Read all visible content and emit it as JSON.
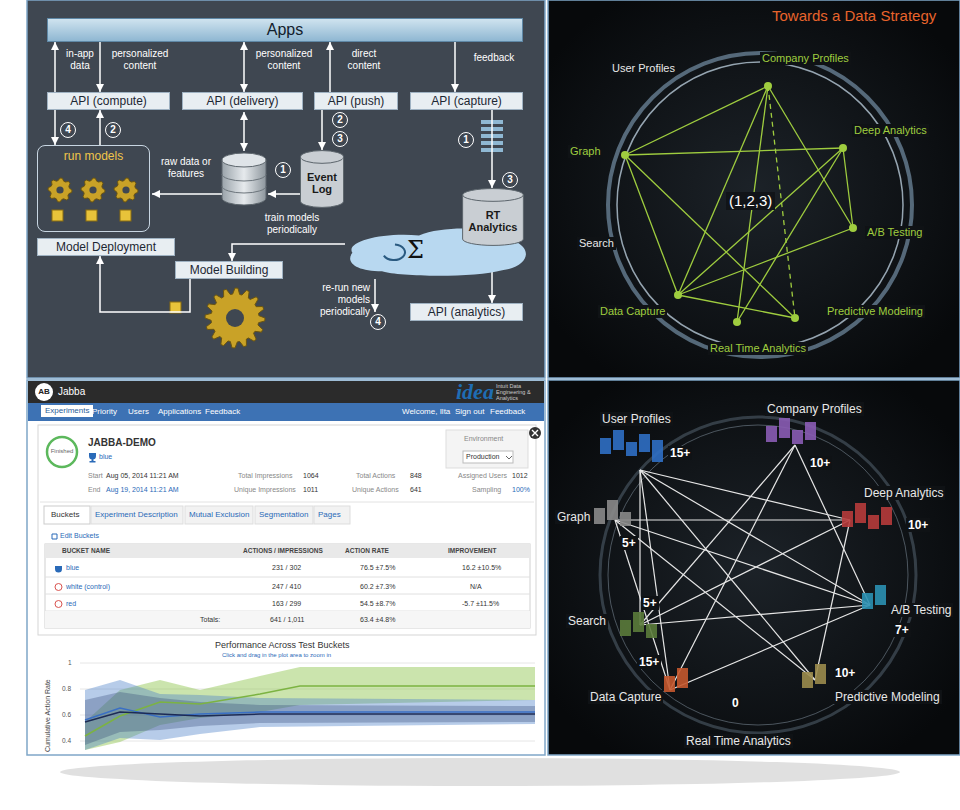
{
  "diagram": {
    "title": "Towards a Data Strategy",
    "nodes": [
      {
        "text": [
          "Apps"
        ]
      },
      {
        "text": [
          "API (compute)"
        ]
      },
      {
        "text": [
          "API (delivery)"
        ]
      },
      {
        "text": [
          "API (push)"
        ]
      },
      {
        "text": [
          "API (capture)"
        ]
      },
      {
        "text": [
          "run models"
        ]
      },
      {
        "text": [
          "Event Log"
        ]
      },
      {
        "text": [
          "Model Deployment"
        ]
      },
      {
        "text": [
          "Model Building"
        ]
      },
      {
        "text": [
          "Σ"
        ]
      },
      {
        "text": [
          "RT Analytics"
        ]
      },
      {
        "text": [
          "API (analytics)"
        ]
      }
    ],
    "edges": [
      {
        "from": 1,
        "to": 0,
        "arrow": "to",
        "label": "in-app data"
      },
      {
        "from": 0,
        "to": 1,
        "arrow": "to",
        "label": "personalized content"
      },
      {
        "from": 0,
        "to": 2,
        "arrow": "both",
        "label": "personalized content"
      },
      {
        "from": 3,
        "to": 0,
        "arrow": "to",
        "label": "direct content"
      },
      {
        "from": 0,
        "to": 4,
        "arrow": "to",
        "label": "feedback"
      },
      {
        "from": 1,
        "to": 5,
        "arrow": "to"
      },
      {
        "from": 5,
        "to": 1,
        "arrow": "to"
      },
      {
        "from": 3,
        "to": 6,
        "arrow": "to"
      },
      {
        "from": 4,
        "to": 10,
        "arrow": "to"
      },
      {
        "from": 10,
        "to": 11,
        "arrow": "to"
      },
      {
        "from": 9,
        "to": 8,
        "arrow": "to",
        "label": "train models periodically"
      },
      {
        "from": 8,
        "to": 7,
        "arrow": "to"
      }
    ],
    "labels": [
      "4",
      "2",
      "1",
      "2",
      "3",
      "1",
      "3",
      "4",
      "raw data or features",
      "re-run new models periodically",
      "(1,2,3)",
      "User Profiles",
      "Company Profiles",
      "Deep Analytics",
      "A/B Testing",
      "Predictive Modeling",
      "Real Time Analytics",
      "Data Capture",
      "Search",
      "Graph",
      "AB",
      "Jabba",
      "idea",
      "Intuit Data Engineering & Analytics",
      "Experiments",
      "Priority",
      "Users",
      "Applications",
      "Feedback",
      "Welcome, Ilta",
      "Sign out",
      "Feedback",
      "Finished",
      "JABBA-DEMO",
      "blue",
      "Environment",
      "Production",
      "Start",
      "Aug 05, 2014 11:21 AM",
      "End",
      "Aug 19, 2014 11:21 AM",
      "Total Impressions",
      "1064",
      "Unique Impressions",
      "1011",
      "Total Actions",
      "848",
      "Unique Actions",
      "641",
      "Assigned Users",
      "1012",
      "Sampling",
      "100%",
      "Buckets",
      "Experiment Description",
      "Mutual Exclusion",
      "Segmentation",
      "Pages",
      "Edit Buckets",
      "BUCKET NAME",
      "ACTIONS / IMPRESSIONS",
      "ACTION RATE",
      "IMPROVEMENT",
      "blue",
      "231 / 302",
      "76.5 ±7.5%",
      "16.2 ±10.5%",
      "white (control)",
      "247 / 410",
      "60.2 ±7.3%",
      "N/A",
      "red",
      "163 / 299",
      "54.5 ±8.7%",
      "-5.7 ±11.5%",
      "Totals:",
      "641 / 1,011",
      "63.4 ±4.8%",
      "Performance Across Test Buckets",
      "Click and drag in the plot area to zoom in",
      "1",
      "0.8",
      "0.6",
      "0.4",
      "Cumulative Action Rate",
      "User Profiles",
      "15+",
      "Company Profiles",
      "10+",
      "Deep Analytics",
      "10+",
      "A/B Testing",
      "7+",
      "Predictive Modeling",
      "10+",
      "Real Time Analytics",
      "0",
      "Data Capture",
      "15+",
      "Search",
      "5+",
      "Graph",
      "5+"
    ]
  }
}
